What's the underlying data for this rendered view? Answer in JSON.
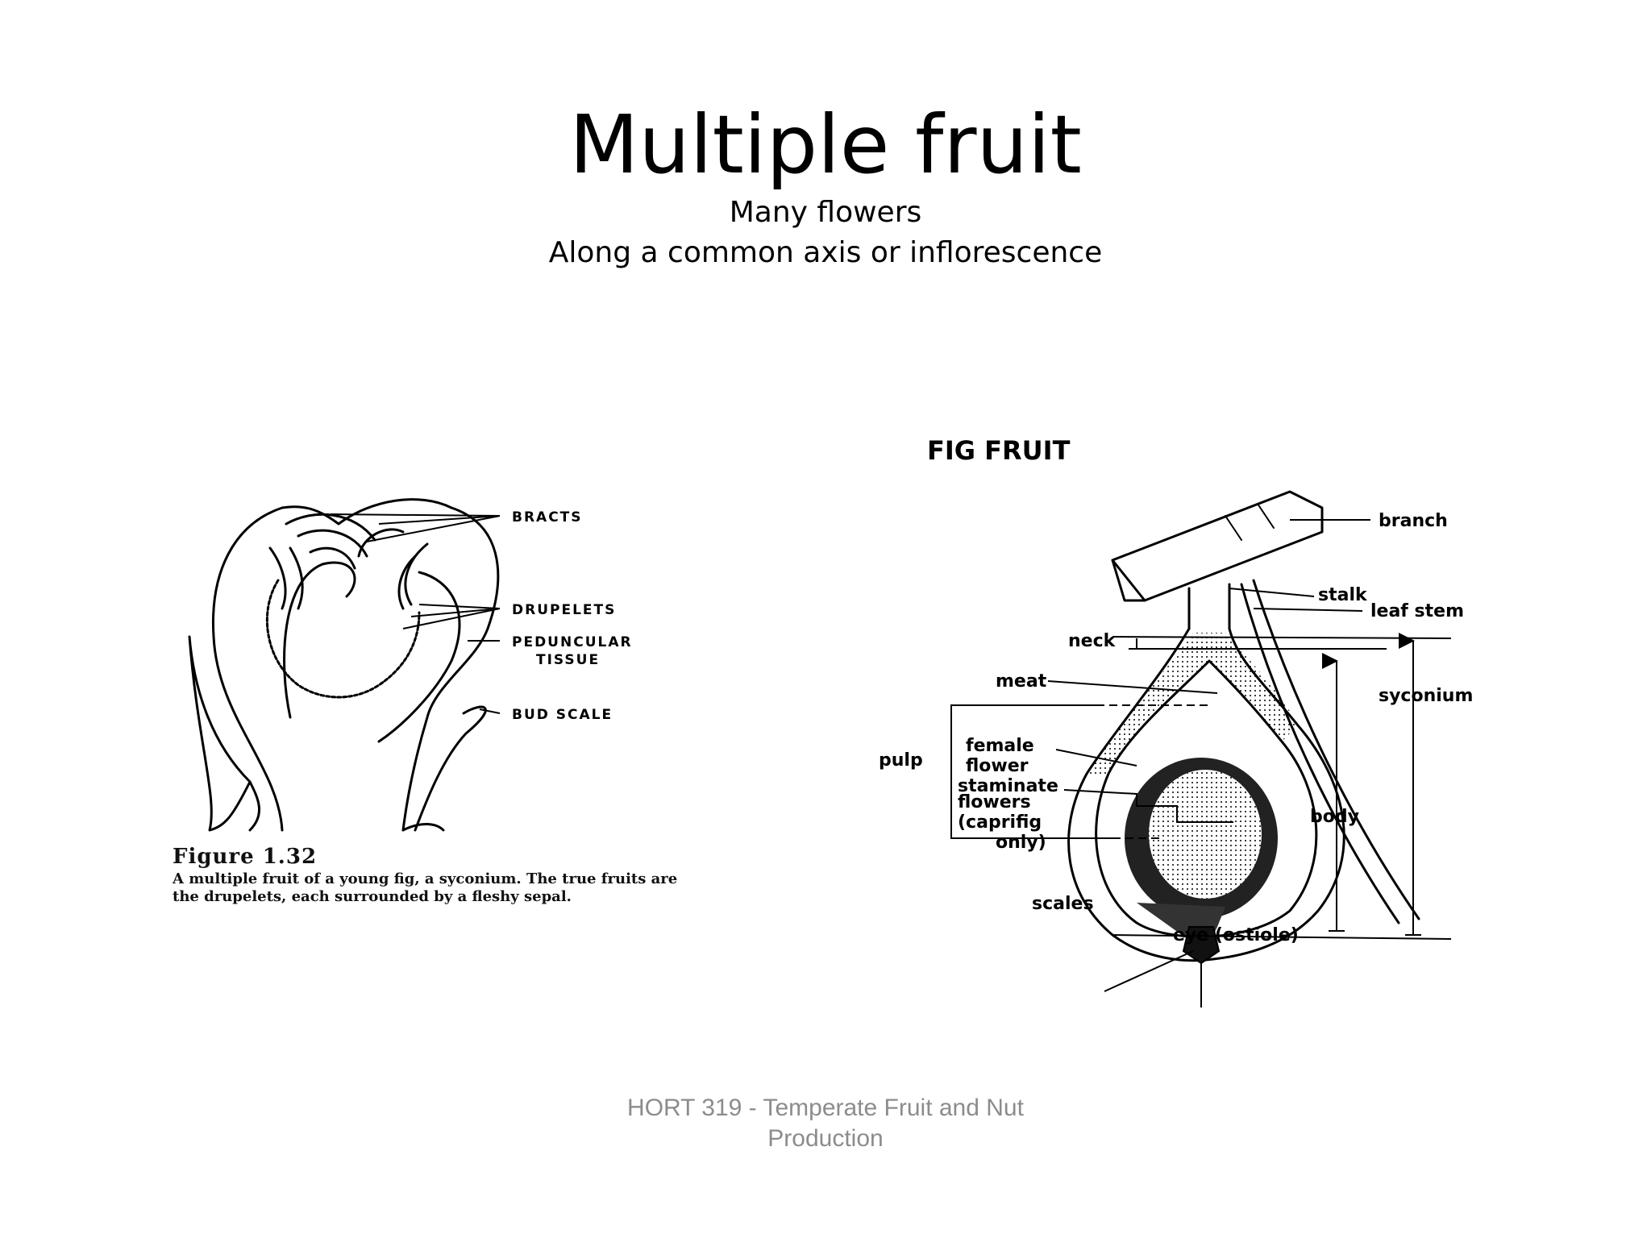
{
  "slide": {
    "title": "Multiple fruit",
    "subtitle_lines": [
      "Many flowers",
      "Along a common axis or inflorescence"
    ]
  },
  "left_figure": {
    "labels": {
      "bracts": "BRACTS",
      "drupelets": "DRUPELETS",
      "peduncular_1": "PEDUNCULAR",
      "peduncular_2": "TISSUE",
      "bud_scale": "BUD  SCALE"
    },
    "caption_title": "Figure 1.32",
    "caption_text": "A multiple fruit of a young fig, a syconium. The true fruits are the drupelets, each surrounded by a fleshy sepal."
  },
  "right_figure": {
    "heading": "FIG  FRUIT",
    "labels": {
      "branch": "branch",
      "stalk": "stalk",
      "leaf_stem": "leaf stem",
      "neck": "neck",
      "syconium": "syconium",
      "meat": "meat",
      "pulp": "pulp",
      "female_1": "female",
      "female_2": "flower",
      "staminate_1": "staminate",
      "staminate_2": "flowers",
      "staminate_3": "(caprifig",
      "staminate_4": "only)",
      "body": "body",
      "scales": "scales",
      "eye": "eye  (ostiole)"
    }
  },
  "footer": {
    "lines": [
      "HORT 319 - Temperate Fruit and Nut",
      "Production"
    ]
  }
}
